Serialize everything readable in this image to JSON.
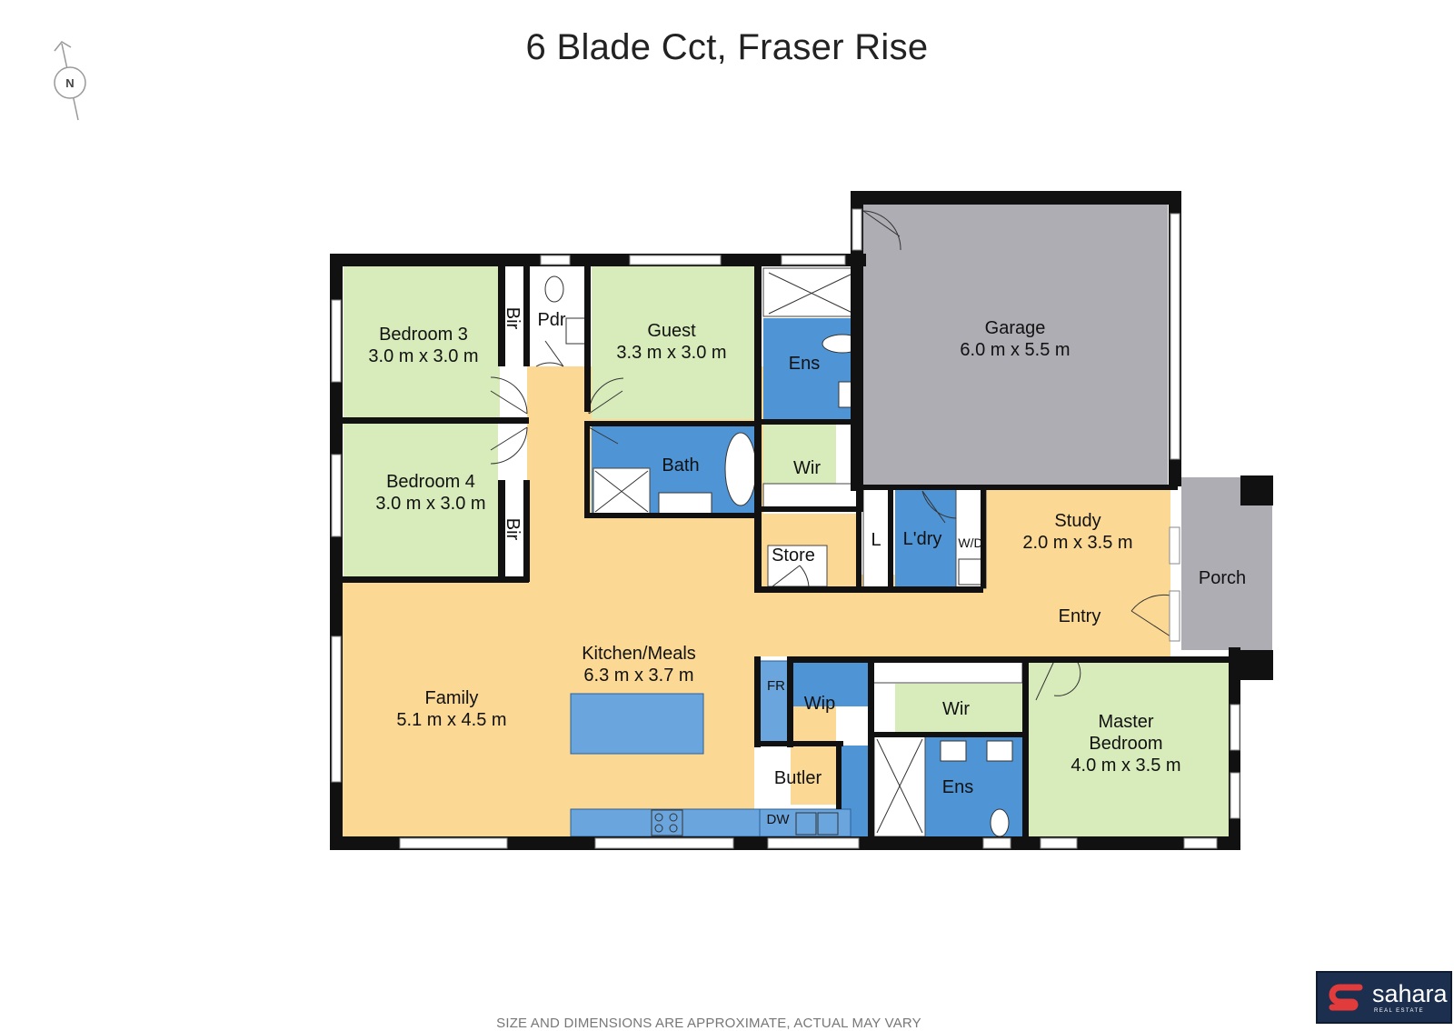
{
  "title": "6 Blade Cct, Fraser Rise",
  "disclaimer": "SIZE AND DIMENSIONS ARE APPROXIMATE, ACTUAL MAY VARY",
  "compass": {
    "label": "N",
    "icon": "north-arrow-icon"
  },
  "colors": {
    "bedroom": "#d8ecbb",
    "living": "#fbd995",
    "wet": "#4f95d6",
    "garage": "#aeadb3",
    "wall": "#111111",
    "fixture": "#6aa5de"
  },
  "rooms": {
    "bedroom3": {
      "name": "Bedroom 3",
      "size": "3.0 m x 3.0 m"
    },
    "bedroom4": {
      "name": "Bedroom 4",
      "size": "3.0 m x 3.0 m"
    },
    "bir1": "Bir",
    "bir2": "Bir",
    "pdr": "Pdr",
    "guest": {
      "name": "Guest",
      "size": "3.3 m x 3.0 m"
    },
    "ens1": "Ens",
    "bath": "Bath",
    "wir1": "Wir",
    "garage": {
      "name": "Garage",
      "size": "6.0 m x 5.5 m"
    },
    "store": "Store",
    "l": "L",
    "ldry": "L'dry",
    "wd": "W/D",
    "study": {
      "name": "Study",
      "size": "2.0 m x 3.5 m"
    },
    "entry": "Entry",
    "porch": "Porch",
    "kitchen": {
      "name": "Kitchen/Meals",
      "size": "6.3 m x 3.7 m"
    },
    "family": {
      "name": "Family",
      "size": "5.1 m x 4.5 m"
    },
    "fr": "FR",
    "wip": "Wip",
    "butler": "Butler",
    "dw": "DW",
    "wir2": "Wir",
    "ens2": "Ens",
    "master": {
      "name": "Master",
      "name2": "Bedroom",
      "size": "4.0 m x 3.5 m"
    }
  },
  "brand": {
    "name": "sahara",
    "tagline": "REAL ESTATE",
    "icon": "sahara-logo-icon"
  }
}
